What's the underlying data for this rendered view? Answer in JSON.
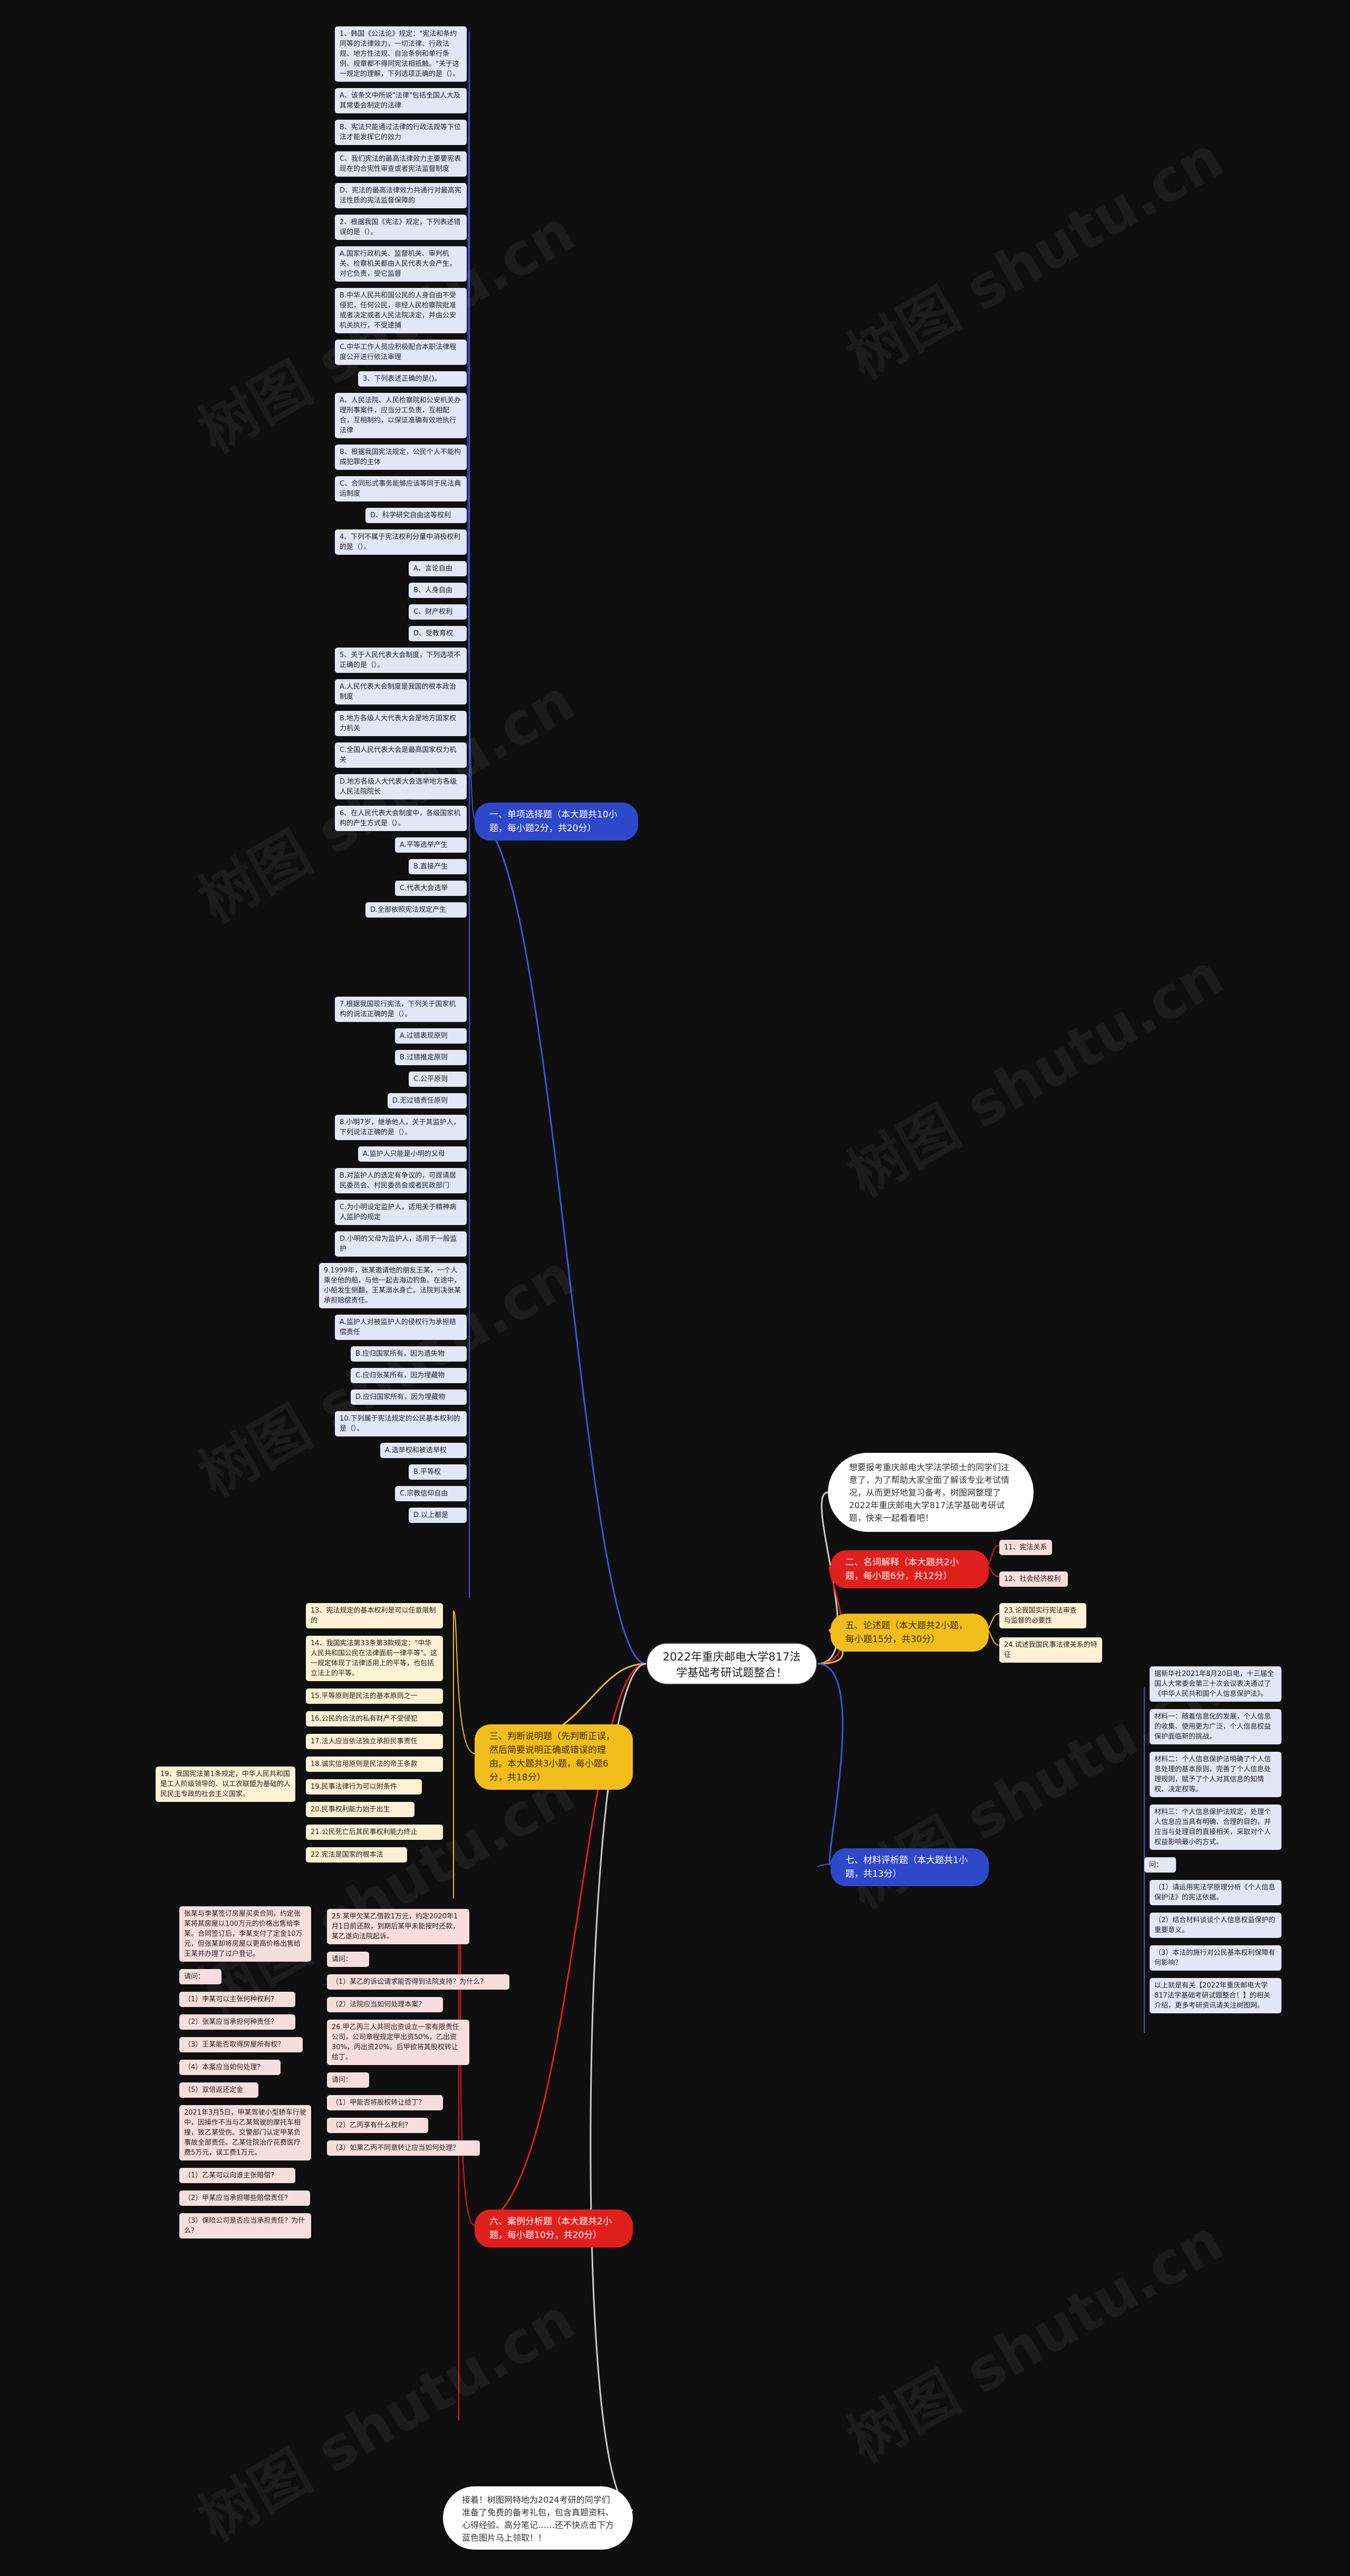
{
  "root": {
    "title": "2022年重庆邮电大学817法学基础考研试题整合！"
  },
  "intro": {
    "text": "想要报考重庆邮电大学法学硕士的同学们注意了，为了帮助大家全面了解该专业考试情况，从而更好地复习备考，树图网整理了2022年重庆邮电大学817法学基础考研试题，快来一起看看吧！"
  },
  "outro": {
    "text": "接着！树图网特地为2024考研的同学们准备了免费的备考礼包，包含真题资料、心得经验、高分笔记……还不快点击下方蓝色图片马上领取！！"
  },
  "watermark": "树图 shutu.cn",
  "sections": {
    "single": {
      "label": "一、单项选择题（本大题共10小题，每小题2分，共20分）"
    },
    "terms": {
      "label": "二、名词解释（本大题共2小题，每小题6分，共12分）"
    },
    "judge": {
      "label": "三、判断说明题（先判断正误，然后简要说明正确或错误的理由。本大题共3小题，每小题6分，共18分）"
    },
    "essay": {
      "label": "五、论述题（本大题共2小题，每小题15分，共30分）"
    },
    "case": {
      "label": "六、案例分析题（本大题共2小题，每小题10分，共20分）"
    },
    "material": {
      "label": "七、材料评析题（本大题共1小题，共13分）"
    }
  },
  "single_items": [
    "1、韩国《公法论》规定：\"宪法和条约同等的法律效力，一切法律、行政法规、地方性法规、自治条例和单行条例、规章都不得同宪法相抵触。\"关于这一规定的理解，下列选项正确的是（）。",
    "A、该条文中所说\"法律\"包括全国人大及其常委会制定的法律",
    "B、宪法只能通过法律的行政法规等下位法才能发挥它的效力",
    "C、我们宪法的最高法律效力主要要宪表现在的合宪性审查或者宪法监督制度",
    "D、宪法的最高法律效力共通行对最高宪法性质的宪法监督保障的",
    "2、根据我国《宪法》规定，下列表述错误的是（）。",
    "A.国家行政机关、监督机关、审判机关、检察机关都由人民代表大会产生，对它负责，受它监督",
    "B.中华人民共和国公民的人身自由不受侵犯，任何公民，非经人民检察院批准或者决定或者人民法院决定，并由公安机关执行，不受逮捕",
    "C.中华工作人员应积极配合本职法律程度公开进行依法审理",
    "3、下列表述正确的是()。",
    "A、人民法院、人民检察院和公安机关办理刑事案件，应当分工负责，互相配合，互相制约，以保证准确有效地执行法律",
    "B、根据我国宪法规定，公民个人不能构成犯罪的主体",
    "C、合同形式事务能够应该等同于民法典运制度",
    "D、科学研究自由这等权利",
    "4、下列不属于宪法权利分量中消极权利的是（）。",
    "A、言论自由",
    "B、人身自由",
    "C、财产权利",
    "D、受教育权",
    "5、关于人民代表大会制度，下列选项不正确的是（）。",
    "A.人民代表大会制度是我国的根本政治制度",
    "B.地方各级人大代表大会是地方国家权力机关",
    "C.全国人民代表大会是最高国家权力机关",
    "D.地方各级人大代表大会选举地方各级人民法院院长",
    "6、在人民代表大会制度中，各级国家机构的产生方式是（）。",
    "A.平等选举产生",
    "B.直接产生",
    "C.代表大会选举",
    "D.全部依照宪法规定产生"
  ],
  "single_items_b": [
    "7.根据我国现行宪法，下列关于国家机构的说法正确的是（）。",
    "A.过错表现原则",
    "B.过错推定原则",
    "C.公平原则",
    "D.无过错责任原则",
    "8.小明7岁，继承他人，关于其监护人，下列说法正确的是（）。",
    "A.监护人只能是小明的父母",
    "B.对监护人的选定有争议的，可提请居民委员会、村民委员会或者民政部门",
    "C.为小明设定监护人，适用关于精神病人监护的规定",
    "D.小明的父母为监护人，适用于一般监护",
    "9.1999年，张某邀请他的朋友王某，一个人乘坐他的船，与他一起去海边钓鱼。在途中，小船发生侧翻，王某溺水身亡。法院判决张某承担赔偿责任。",
    "A.监护人对被监护人的侵权行为承担赔偿责任",
    "B.应归国家所有，因为遗失物",
    "C.应归张某所有，因为埋藏物",
    "D.应归国家所有，因为埋藏物",
    "10.下列属于宪法规定的公民基本权利的是（）。",
    "A.选举权和被选举权",
    "B.平等权",
    "C.宗教信仰自由",
    "D.以上都是"
  ],
  "term_items": [
    "11、宪法关系",
    "12、社会经济权利"
  ],
  "essay_items": [
    "23.论我国实行宪法审查与监督的必要性",
    "24.试述我国民事法律关系的特征"
  ],
  "judge_items": [
    "13、宪法规定的基本权利是可以任意限制的",
    "14、我国宪法第33条第3款规定：\"中华人民共和国公民在法律面前一律平等\"。这一规定体现了法律适用上的平等，也包括立法上的平等。",
    "15.平等原则是民法的基本原则之一",
    "16.公民的合法的私有财产不受侵犯",
    "17.法人应当依法独立承担民事责任",
    "18.诚实信用原则是民法的帝王条款",
    "19.民事法律行为可以附条件",
    "20.民事权利能力始于出生",
    "21.公民死亡后其民事权利能力终止",
    "22.宪法是国家的根本法"
  ],
  "judge_side": "19、我国宪法第1条规定，中华人民共和国是工人阶级领导的、以工农联盟为基础的人民民主专政的社会主义国家。",
  "case_items": [
    "25.某甲欠某乙借款1万元，约定2020年1月1日前还款，到期后某甲未能按时还款，某乙遂向法院起诉。",
    "请问：",
    "（1）某乙的诉讼请求能否得到法院支持？为什么？",
    "（2）法院应当如何处理本案？",
    "26.甲乙丙三人共同出资设立一家有限责任公司，公司章程规定甲出资50%，乙出资30%，丙出资20%。后甲欲将其股权转让给丁。",
    "请问：",
    "（1）甲能否将股权转让给丁？",
    "（2）乙丙享有什么权利？",
    "（3）如果乙丙不同意转让应当如何处理？"
  ],
  "case_side": [
    "张某与李某签订房屋买卖合同，约定张某将其房屋以100万元的价格出售给李某。合同签订后，李某支付了定金10万元，但张某却将房屋以更高价格出售给王某并办理了过户登记。",
    "请问：",
    "（1）李某可以主张何种权利？",
    "（2）张某应当承担何种责任？",
    "（3）王某能否取得房屋所有权？",
    "（4）本案应当如何处理？",
    "（5）双倍返还定金",
    "2021年3月5日，甲某驾驶小型轿车行驶中，因操作不当与乙某驾驶的摩托车相撞，致乙某受伤。交警部门认定甲某负事故全部责任。乙某住院治疗花费医疗费5万元，误工费1万元。",
    "（1）乙某可以向谁主张赔偿？",
    "（2）甲某应当承担哪些赔偿责任？",
    "（3）保险公司是否应当承担责任？为什么？"
  ],
  "material_items": [
    "据新华社2021年8月20日电，十三届全国人大常委会第三十次会议表决通过了《中华人民共和国个人信息保护法》。",
    "材料一：随着信息化的发展，个人信息的收集、使用更为广泛，个人信息权益保护面临新的挑战。",
    "材料二：个人信息保护法明确了个人信息处理的基本原则，完善了个人信息处理规则，赋予了个人对其信息的知情权、决定权等。",
    "材料三：个人信息保护法规定，处理个人信息应当具有明确、合理的目的，并应当与处理目的直接相关，采取对个人权益影响最小的方式。",
    "问：",
    "（1）请运用宪法学原理分析《个人信息保护法》的宪法依据。",
    "（2）结合材料谈谈个人信息权益保护的重要意义。",
    "（3）本法的施行对公民基本权利保障有何影响？",
    "以上就是有关【2022年重庆邮电大学817法学基础考研试题整合！】的相关介绍，更多考研资讯请关注树图网。"
  ]
}
